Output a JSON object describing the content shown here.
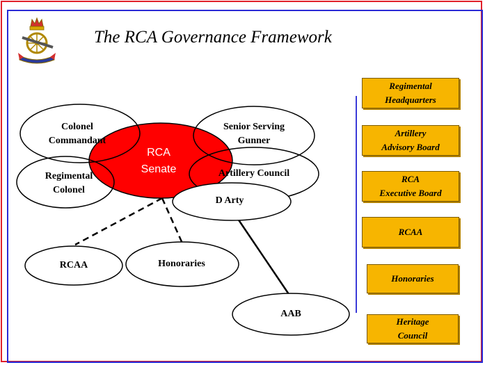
{
  "title": "The RCA Governance Framework",
  "logo": {
    "icon": "rca-crest-icon",
    "colors": {
      "crown": "#d32f2f",
      "gold": "#d8a800"
    }
  },
  "ellipses": {
    "colonel_commandant": "Colonel\nCommandant",
    "regimental_colonel": "Regimental\nColonel",
    "senior_serving_gunner": "Senior Serving\nGunner",
    "artillery_council": "Artillery Council",
    "d_arty": "D Arty",
    "rca_senate": "RCA\nSenate",
    "rcaa": "RCAA",
    "honoraries": "Honoraries",
    "aab": "AAB"
  },
  "side_boxes": [
    "Regimental\nHeadquarters",
    "Artillery\nAdvisory Board",
    "RCA\nExecutive Board",
    "RCAA",
    "Honoraries",
    "Heritage\nCouncil"
  ],
  "colors": {
    "frame_outer": "#e0202a",
    "frame_inner": "#2a2ad6",
    "senate_fill": "#ff0000",
    "box_fill": "#f7b500",
    "side_line": "#3a3ad8"
  }
}
